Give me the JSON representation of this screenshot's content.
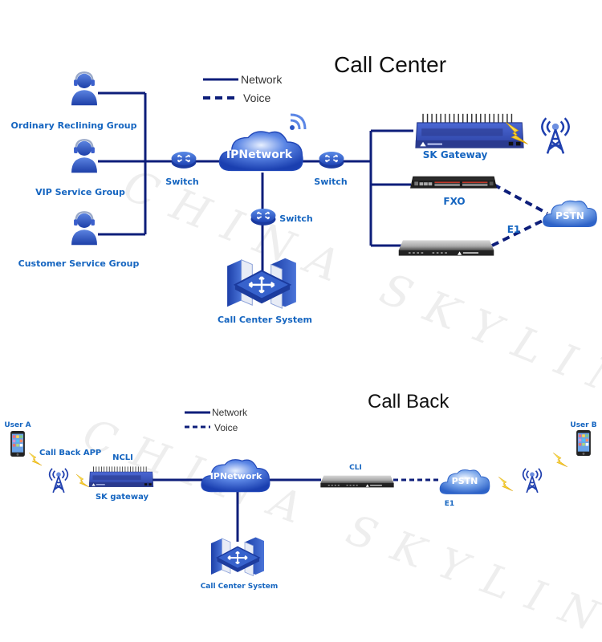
{
  "watermark": "CHINA SKYLINE",
  "call_center": {
    "title": "Call Center",
    "legend": {
      "network": "Network",
      "voice": "Voice"
    },
    "groups": [
      {
        "label": "Ordinary Reclining Group"
      },
      {
        "label": "VIP Service Group"
      },
      {
        "label": "Customer Service Group"
      }
    ],
    "switch_left": "Switch",
    "switch_right": "Switch",
    "switch_bottom": "Switch",
    "ip_network": "IPNetwork",
    "call_center_system": "Call Center System",
    "sk_gateway": "SK Gateway",
    "fxo": "FXO",
    "pstn": "PSTN",
    "e1": "E1"
  },
  "call_back": {
    "title": "Call Back",
    "legend": {
      "network": "Network",
      "voice": "Voice"
    },
    "user_a": "User A",
    "user_b": "User B",
    "call_back_app": "Call Back APP",
    "ncli": "NCLI",
    "sk_gateway": "SK gateway",
    "ip_network": "IPNetwork",
    "call_center_system": "Call Center System",
    "cli": "CLI",
    "pstn": "PSTN",
    "e1": "E1"
  },
  "colors": {
    "line": "#0d1e7a",
    "label_blue": "#1565c0",
    "icon_blue": "#2c4fc4",
    "lightning": "#f5c518"
  }
}
